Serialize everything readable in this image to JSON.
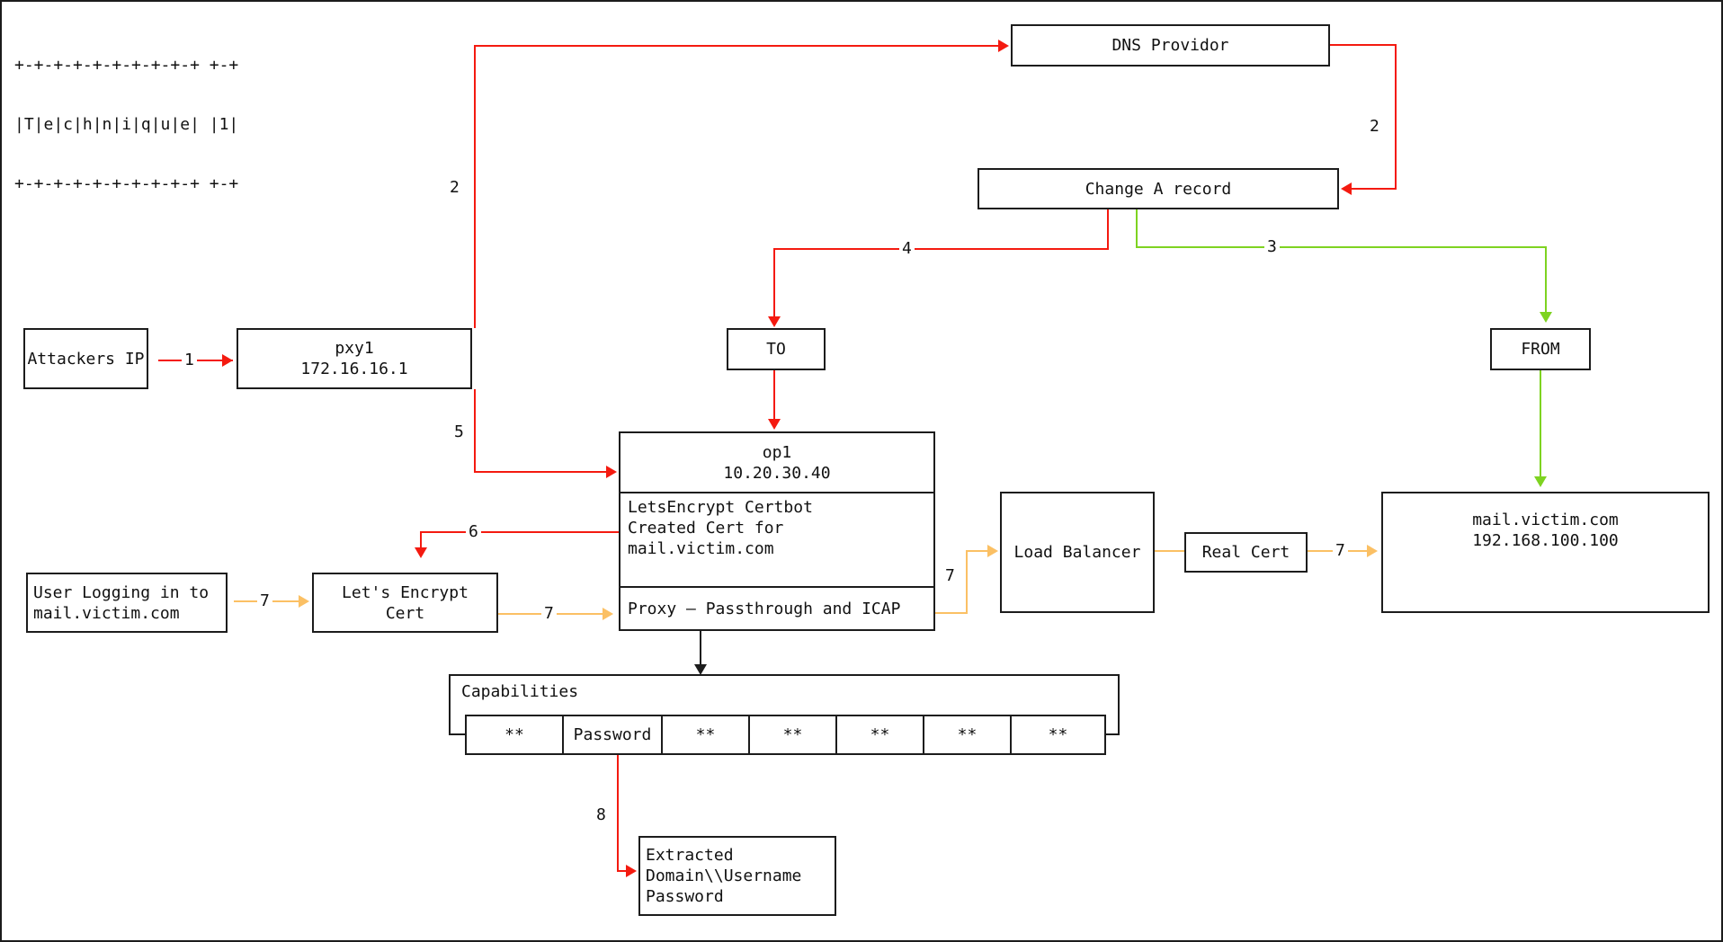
{
  "header_ascii": {
    "line1": "+-+-+-+-+-+-+-+-+-+ +-+",
    "line2": "|T|e|c|h|n|i|q|u|e| |1|",
    "line3": "+-+-+-+-+-+-+-+-+-+ +-+"
  },
  "colors": {
    "red": "#f41a10",
    "green": "#7ed321",
    "orange": "#fbc064",
    "line": "#1c1c1c"
  },
  "nodes": {
    "dns_provider": {
      "label": "DNS Providor"
    },
    "change_a_record": {
      "label": "Change A record"
    },
    "attackers_ip": {
      "label": "Attackers IP"
    },
    "pxy1": {
      "line1": "pxy1",
      "line2": "172.16.16.1"
    },
    "to": {
      "label": "TO"
    },
    "from": {
      "label": "FROM"
    },
    "op1": {
      "title1": "op1",
      "title2": "10.20.30.40",
      "body1": "LetsEncrypt Certbot",
      "body2": "Created Cert for",
      "body3": "mail.victim.com",
      "footer": "Proxy — Passthrough and ICAP"
    },
    "load_balancer": {
      "label": "Load Balancer"
    },
    "real_cert": {
      "label": "Real Cert"
    },
    "mail_victim": {
      "line1": "mail.victim.com",
      "line2": "192.168.100.100"
    },
    "user_logging": {
      "line1": "User Logging in to",
      "line2": "mail.victim.com"
    },
    "lets_encrypt": {
      "line1": "Let's Encrypt",
      "line2": "Cert"
    },
    "capabilities": {
      "label": "Capabilities",
      "cells": [
        "**",
        "Password",
        "**",
        "**",
        "**",
        "**",
        "**"
      ]
    },
    "extracted": {
      "line1": "Extracted",
      "line2": "Domain\\\\Username",
      "line3": "Password"
    }
  },
  "edge_labels": {
    "n1": "1",
    "n2_up": "2",
    "n2_right": "2",
    "n3": "3",
    "n4": "4",
    "n5": "5",
    "n6": "6",
    "n7_user": "7",
    "n7_le": "7",
    "n7_lb": "7",
    "n7_mail": "7",
    "n8": "8"
  }
}
